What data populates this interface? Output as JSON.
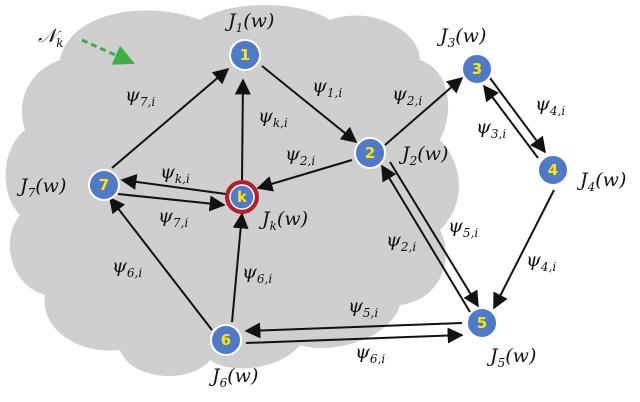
{
  "diagram": {
    "neighborhood_label": "𝒩",
    "neighborhood_sub": "k",
    "nodes": [
      {
        "id": "1",
        "label": "1"
      },
      {
        "id": "2",
        "label": "2"
      },
      {
        "id": "3",
        "label": "3"
      },
      {
        "id": "4",
        "label": "4"
      },
      {
        "id": "5",
        "label": "5"
      },
      {
        "id": "6",
        "label": "6"
      },
      {
        "id": "7",
        "label": "7"
      },
      {
        "id": "k",
        "label": "k"
      }
    ],
    "cost_labels": {
      "j1": {
        "main": "J",
        "sub": "1",
        "tail": "(w)"
      },
      "j2": {
        "main": "J",
        "sub": "2",
        "tail": "(w)"
      },
      "j3": {
        "main": "J",
        "sub": "3",
        "tail": "(w)"
      },
      "j4": {
        "main": "J",
        "sub": "4",
        "tail": "(w)"
      },
      "j5": {
        "main": "J",
        "sub": "5",
        "tail": "(w)"
      },
      "j6": {
        "main": "J",
        "sub": "6",
        "tail": "(w)"
      },
      "j7": {
        "main": "J",
        "sub": "7",
        "tail": "(w)"
      },
      "jk": {
        "main": "J",
        "sub": "k",
        "tail": "(w)"
      }
    },
    "edge_labels": {
      "psi_7i_top": {
        "main": "ψ",
        "sub": "7,i"
      },
      "psi_1i": {
        "main": "ψ",
        "sub": "1,i"
      },
      "psi_ki_up": {
        "main": "ψ",
        "sub": "k,i"
      },
      "psi_2i_k": {
        "main": "ψ",
        "sub": "2,i"
      },
      "psi_2i_3": {
        "main": "ψ",
        "sub": "2,i"
      },
      "psi_4i_top": {
        "main": "ψ",
        "sub": "4,i"
      },
      "psi_3i": {
        "main": "ψ",
        "sub": "3,i"
      },
      "psi_ki_left": {
        "main": "ψ",
        "sub": "k,i"
      },
      "psi_7i_mid": {
        "main": "ψ",
        "sub": "7,i"
      },
      "psi_5i_right": {
        "main": "ψ",
        "sub": "5,i"
      },
      "psi_2i_down": {
        "main": "ψ",
        "sub": "2,i"
      },
      "psi_4i_bottom": {
        "main": "ψ",
        "sub": "4,i"
      },
      "psi_6i_left": {
        "main": "ψ",
        "sub": "6,i"
      },
      "psi_6i_up": {
        "main": "ψ",
        "sub": "6,i"
      },
      "psi_5i_bottom": {
        "main": "ψ",
        "sub": "5,i"
      },
      "psi_6i_bottom": {
        "main": "ψ",
        "sub": "6,i"
      }
    },
    "colors": {
      "cloud": "#cfcfcf",
      "node_fill": "#4f79c9",
      "node_stroke": "#ffffff",
      "node_text": "#ffe600",
      "focus_ring": "#b3202a",
      "edge": "#111111",
      "neighborhood_arrow": "#3fae49"
    }
  }
}
